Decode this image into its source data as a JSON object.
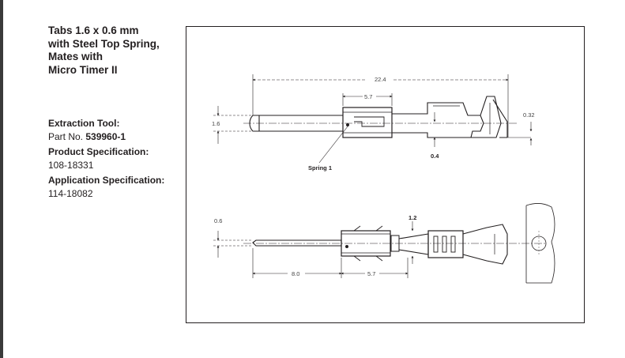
{
  "heading": {
    "line1": "Tabs 1.6 x 0.6 mm",
    "line2": "with Steel Top Spring,",
    "line3": "Mates with",
    "line4": "Micro Timer II"
  },
  "extraction_tool": {
    "label": "Extraction Tool:",
    "part_prefix": "Part No.",
    "part_number": "539960-1"
  },
  "product_spec": {
    "label": "Product Specification:",
    "value": "108-18331"
  },
  "application_spec": {
    "label": "Application Specification:",
    "value": "114-18082"
  },
  "drawing": {
    "top_view": {
      "overall_length": "22.4",
      "spring_length": "5.7",
      "tab_width": "1.6",
      "thickness": "0.32",
      "offset": "0.4",
      "spring_label": "Spring 1"
    },
    "side_view": {
      "tab_thickness": "0.6",
      "height": "1.2",
      "pin_length": "8.0",
      "body_length": "5.7"
    }
  }
}
